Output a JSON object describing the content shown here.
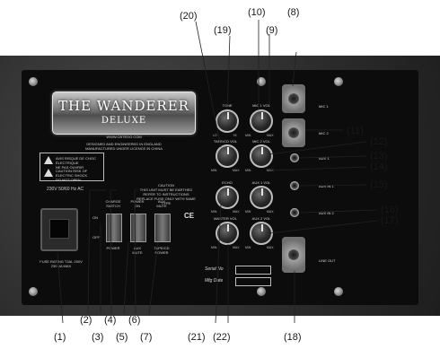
{
  "logo": {
    "title": "THE WANDERER",
    "subtitle": "DELUXE"
  },
  "website": "WWW.CBTEDO.COM",
  "designed_text": "DESIGNED AND ENGINEERED IN ENGLAND\nMANUFACTURED UNDER LICENCE IN CHINA",
  "warnings": {
    "notice_title": "AVIS",
    "notice_text": "RISQUE DE CHOC ÉLECTRIQUE\nNE PAS OUVRIR",
    "caution_title": "CAUTION",
    "caution_text": "RISK OF ELECTRIC SHOCK\nDO NOT OPEN"
  },
  "power": {
    "voltage": "230V 50/60 Hz AC",
    "fuse": "FUSE RATING T2AL 250V\n230 VA MAX"
  },
  "switch_labels": {
    "on": "ON",
    "off": "OFF",
    "s1_top": "CHARGE\nSWITCH",
    "s1_bottom": "POWER",
    "s2_top": "POWER\nON",
    "s2_bottom": "AUX\nMUTE",
    "s3_top": "AUX\nMUTE",
    "s3_bottom": "TAPE/CD\nPOWER"
  },
  "caution_top": "CAUTION\nTHIS UNIT MUST BE EARTHED\nREFER TO INSTRUCTIONS\nREPLACE FUSE ONLY WITH SAME TYPE",
  "ce_mark": "CE",
  "knobs": {
    "tone": "TONE",
    "mic1_vol": "MIC 1 VOL",
    "tape_cd_vol": "TAPE/CD VOL",
    "mic2_vol": "MIC 2 VOL",
    "echo": "ECHO",
    "aux1_vol": "AUX 1 VOL",
    "master_vol": "MASTER VOL",
    "aux2_vol": "AUX 2 VOL",
    "lo": "LO",
    "hi": "HI",
    "min": "MIN",
    "max": "MAX"
  },
  "jacks": {
    "mic1": "MIC 1",
    "mic2": "MIC 2",
    "aux1": "AUX 1",
    "aux_in_1": "AUX IN 1",
    "aux_in_2": "AUX IN 2",
    "line_out": "LINE OUT"
  },
  "serial": {
    "serial_no": "Serial No",
    "mfg_date": "Mfg Date"
  },
  "callouts": {
    "c1": "(1)",
    "c2": "(2)",
    "c3": "(3)",
    "c4": "(4)",
    "c5": "(5)",
    "c6": "(6)",
    "c7": "(7)",
    "c8": "(8)",
    "c9": "(9)",
    "c10": "(10)",
    "c11": "(11)",
    "c12": "(12)",
    "c13": "(13)",
    "c14": "(14)",
    "c15": "(15)",
    "c16": "(16)",
    "c17": "(17)",
    "c18": "(18)",
    "c19": "(19)",
    "c20": "(20)",
    "c21": "(21)",
    "c22": "(22)"
  }
}
